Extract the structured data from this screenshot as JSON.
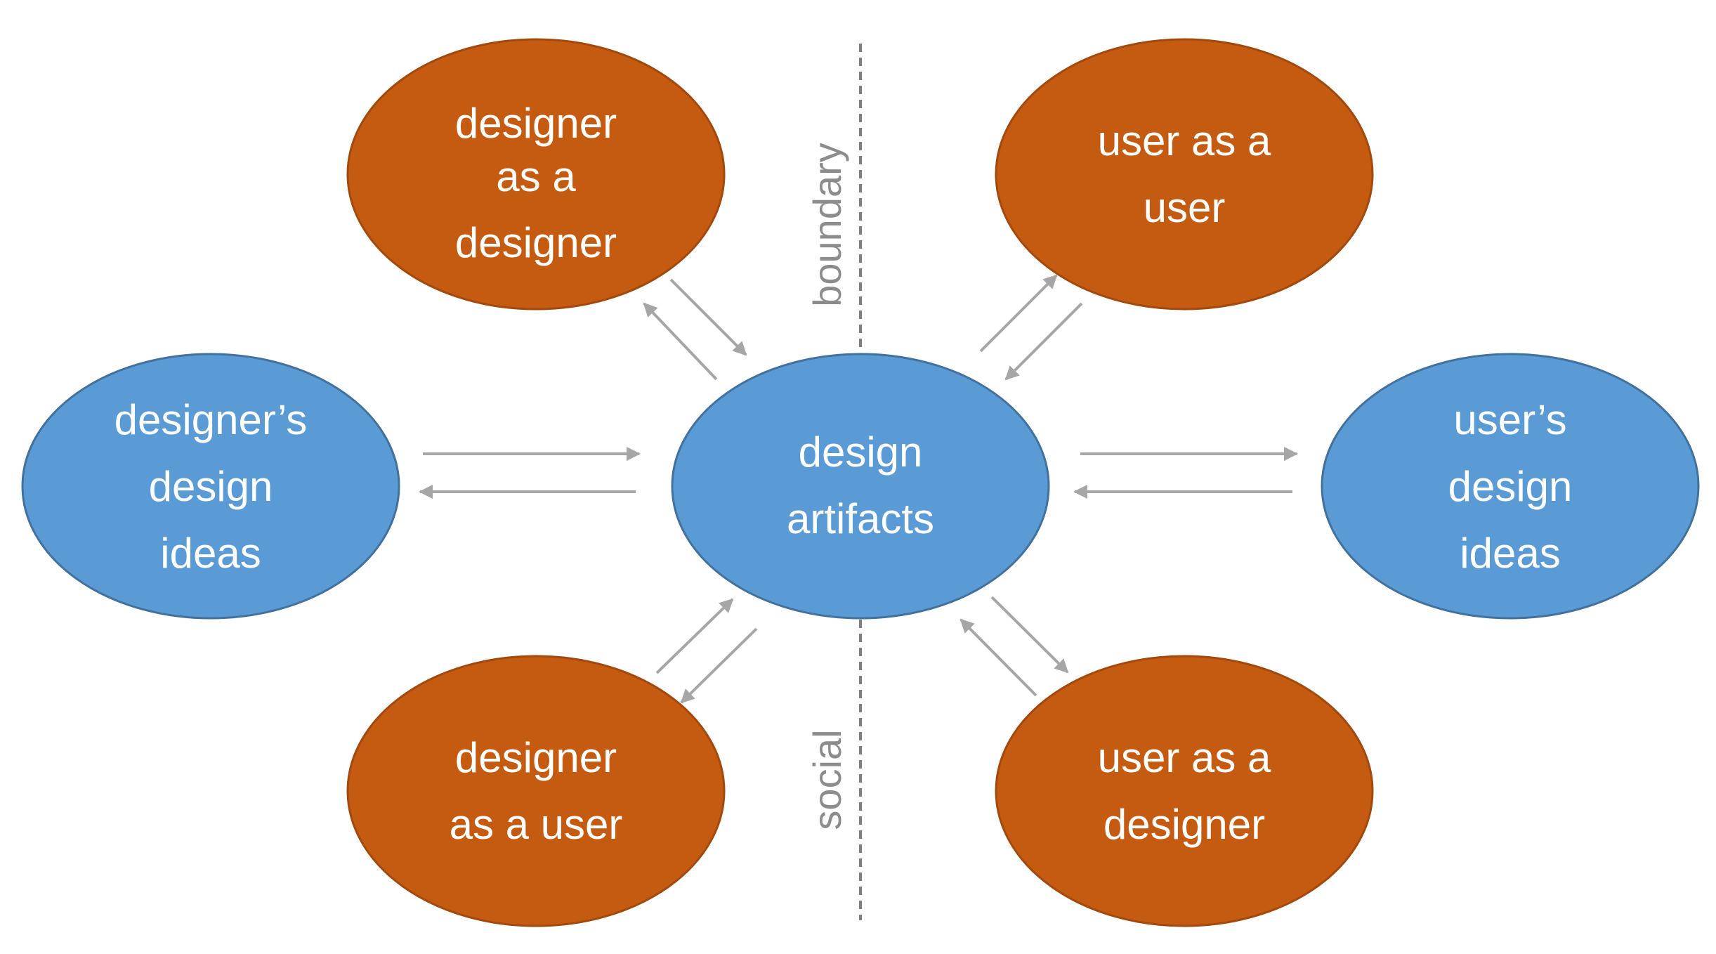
{
  "colors": {
    "orange_node": "#c55a11",
    "blue_node": "#5b9bd5",
    "arrow": "#a6a6a6",
    "boundary": "#808080",
    "label_text": "#8c8c8c"
  },
  "nodes": {
    "center": {
      "lines": [
        "design",
        "artifacts"
      ]
    },
    "designer_as_designer": {
      "lines": [
        "designer",
        "as a",
        "designer"
      ]
    },
    "user_as_user": {
      "lines": [
        "user as a",
        "user"
      ]
    },
    "designers_ideas": {
      "lines": [
        "designer’s",
        "design",
        "ideas"
      ]
    },
    "users_ideas": {
      "lines": [
        "user’s",
        "design",
        "ideas"
      ]
    },
    "designer_as_user": {
      "lines": [
        "designer",
        "as a user"
      ]
    },
    "user_as_designer": {
      "lines": [
        "user as a",
        "designer"
      ]
    }
  },
  "boundary_labels": {
    "top": "boundary",
    "bottom": "social"
  }
}
